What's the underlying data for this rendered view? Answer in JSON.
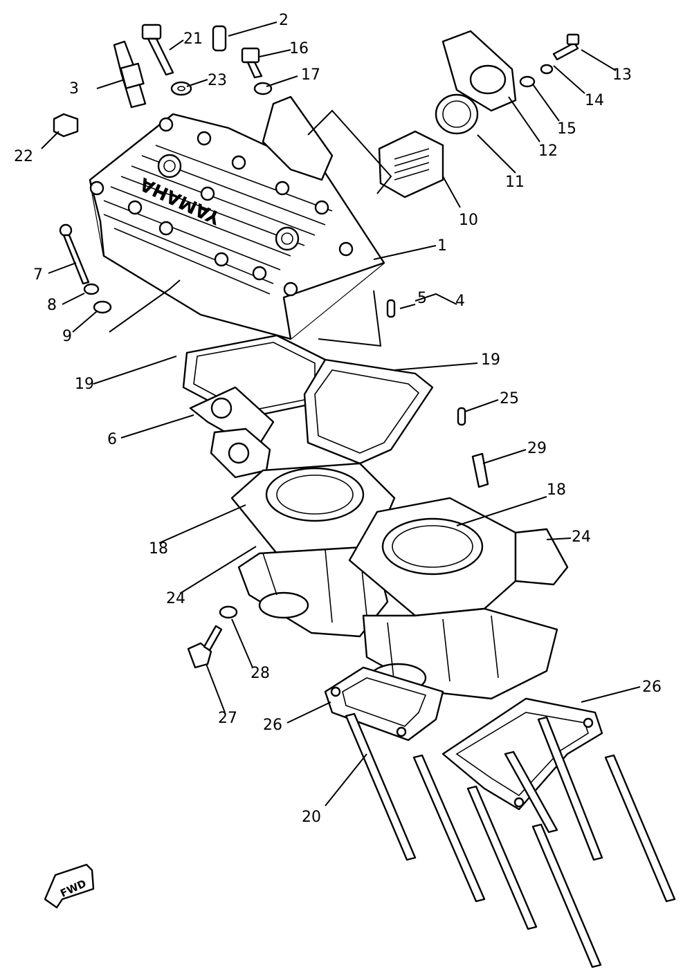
{
  "callouts": [
    {
      "id": "1",
      "text": "1"
    },
    {
      "id": "2",
      "text": "2"
    },
    {
      "id": "3",
      "text": "3"
    },
    {
      "id": "4",
      "text": "4"
    },
    {
      "id": "5",
      "text": "5"
    },
    {
      "id": "6",
      "text": "6"
    },
    {
      "id": "7",
      "text": "7"
    },
    {
      "id": "8",
      "text": "8"
    },
    {
      "id": "9",
      "text": "9"
    },
    {
      "id": "10",
      "text": "10"
    },
    {
      "id": "11",
      "text": "11"
    },
    {
      "id": "12",
      "text": "12"
    },
    {
      "id": "13",
      "text": "13"
    },
    {
      "id": "14",
      "text": "14"
    },
    {
      "id": "15",
      "text": "15"
    },
    {
      "id": "16",
      "text": "16"
    },
    {
      "id": "17",
      "text": "17"
    },
    {
      "id": "18a",
      "text": "18"
    },
    {
      "id": "18b",
      "text": "18"
    },
    {
      "id": "19a",
      "text": "19"
    },
    {
      "id": "19b",
      "text": "19"
    },
    {
      "id": "20",
      "text": "20"
    },
    {
      "id": "21",
      "text": "21"
    },
    {
      "id": "22",
      "text": "22"
    },
    {
      "id": "23",
      "text": "23"
    },
    {
      "id": "24a",
      "text": "24"
    },
    {
      "id": "24b",
      "text": "24"
    },
    {
      "id": "25",
      "text": "25"
    },
    {
      "id": "26a",
      "text": "26"
    },
    {
      "id": "26b",
      "text": "26"
    },
    {
      "id": "27",
      "text": "27"
    },
    {
      "id": "28",
      "text": "28"
    },
    {
      "id": "29",
      "text": "29"
    }
  ],
  "head_logo": "YAMAHA",
  "fwd_label": "FWD"
}
